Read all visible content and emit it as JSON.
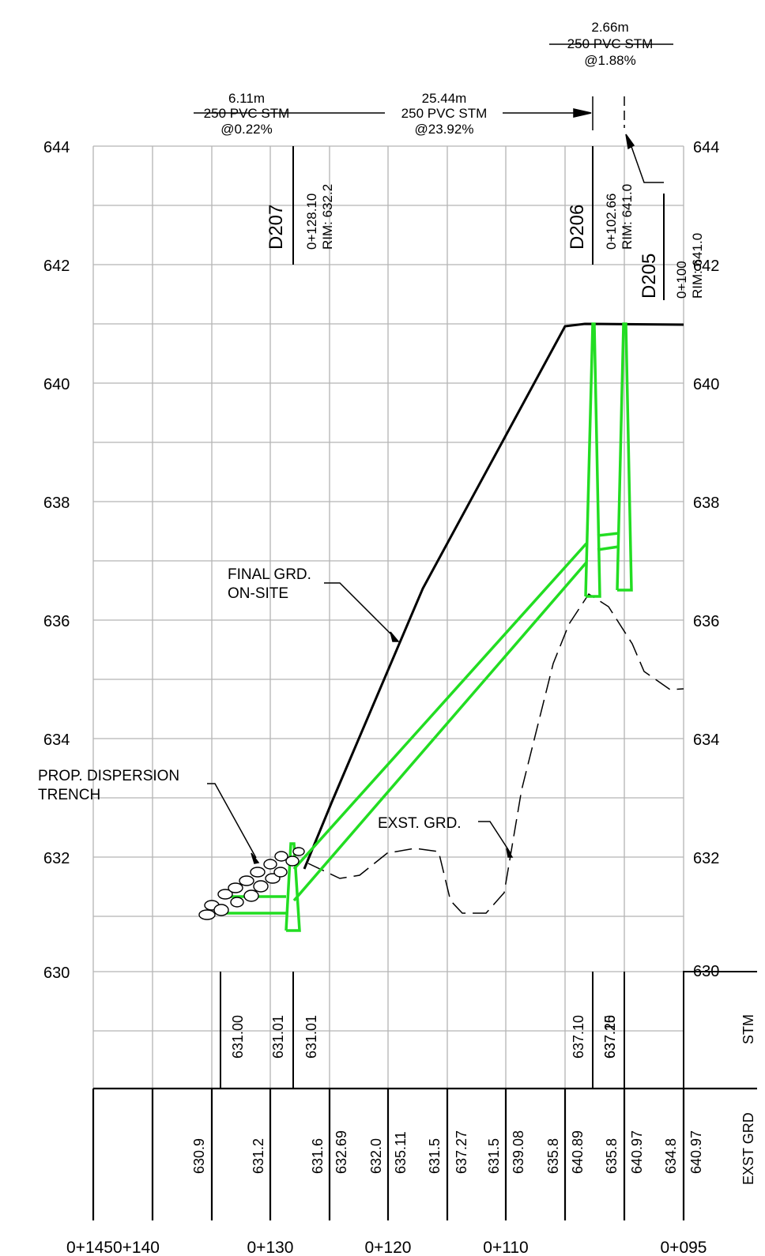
{
  "profile": {
    "elevation_ticks": [
      {
        "id": "e644",
        "label": "644"
      },
      {
        "id": "e642",
        "label": "642"
      },
      {
        "id": "e640",
        "label": "640"
      },
      {
        "id": "e638",
        "label": "638"
      },
      {
        "id": "e636",
        "label": "636"
      },
      {
        "id": "e634",
        "label": "634"
      },
      {
        "id": "e632",
        "label": "632"
      },
      {
        "id": "e630",
        "label": "630"
      }
    ],
    "station_labels": [
      "0+1450+140",
      "0+130",
      "0+120",
      "0+110",
      "0+095"
    ],
    "pipes": [
      {
        "length": "6.11m",
        "desc": "250 PVC STM",
        "slope": "@0.22%"
      },
      {
        "length": "25.44m",
        "desc": "250 PVC STM",
        "slope": "@23.92%"
      },
      {
        "length": "2.66m",
        "desc": "250 PVC STM",
        "slope": "@1.88%"
      }
    ],
    "structures": [
      {
        "name": "D207",
        "station": "0+128.10",
        "rim": "RIM: 632.2"
      },
      {
        "name": "D206",
        "station": "0+102.66",
        "rim": "RIM: 641.0"
      },
      {
        "name": "D205",
        "station": "0+100",
        "rim": "RIM: 641.0"
      }
    ],
    "annotations": {
      "final_grade_line1": "FINAL GRD.",
      "final_grade_line2": "ON-SITE",
      "existing_grade": "EXST. GRD.",
      "trench_line1": "PROP. DISPERSION",
      "trench_line2": "TRENCH"
    },
    "stm_row": {
      "label": "STM",
      "values": [
        "631.00",
        "631.01",
        "631.01",
        "637.10",
        "637.20",
        "637.15"
      ]
    },
    "exst_grd_row": {
      "label": "EXST GRD",
      "values": [
        "630.9",
        "631.2",
        "631.6",
        "632.69",
        "632.0",
        "635.11",
        "631.5",
        "637.27",
        "631.5",
        "639.08",
        "635.8",
        "640.89",
        "635.8",
        "640.97",
        "634.8",
        "640.97"
      ]
    },
    "colors": {
      "pipe": "#22dd22",
      "grid": "#b4b4b4",
      "ink": "#000000"
    }
  }
}
